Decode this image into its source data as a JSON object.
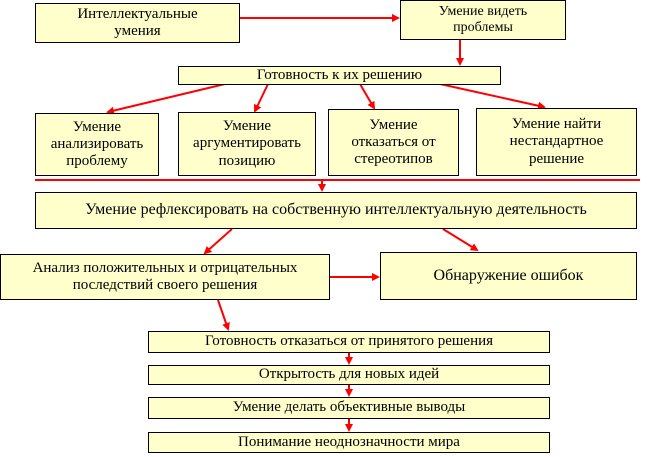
{
  "nodes": {
    "intellectual_skills": "Интеллектуальные умения",
    "see_problems": "Умение видеть проблемы",
    "readiness_to_solve": "Готовность к их решению",
    "analyze_problem": "Умение анализировать проблему",
    "argue_position": "Умение аргументировать позицию",
    "abandon_stereotypes": "Умение отказаться от стереотипов",
    "nonstandard_solution": "Умение найти нестандартное решение",
    "reflect": "Умение рефлексировать на собственную интеллектуальную деятельность",
    "consequences_analysis": "Анализ положительных и отрицательных последствий своего решения",
    "error_detection": "Обнаружение ошибок",
    "abandon_decision": "Готовность отказаться от принятого решения",
    "openness": "Открытость для новых идей",
    "objective_conclusions": "Умение делать объективные выводы",
    "ambiguity_understanding": "Понимание неоднозначности мира"
  },
  "colors": {
    "box_fill": "#ffffcc",
    "box_border": "#000000",
    "arrow": "#ff0000"
  }
}
